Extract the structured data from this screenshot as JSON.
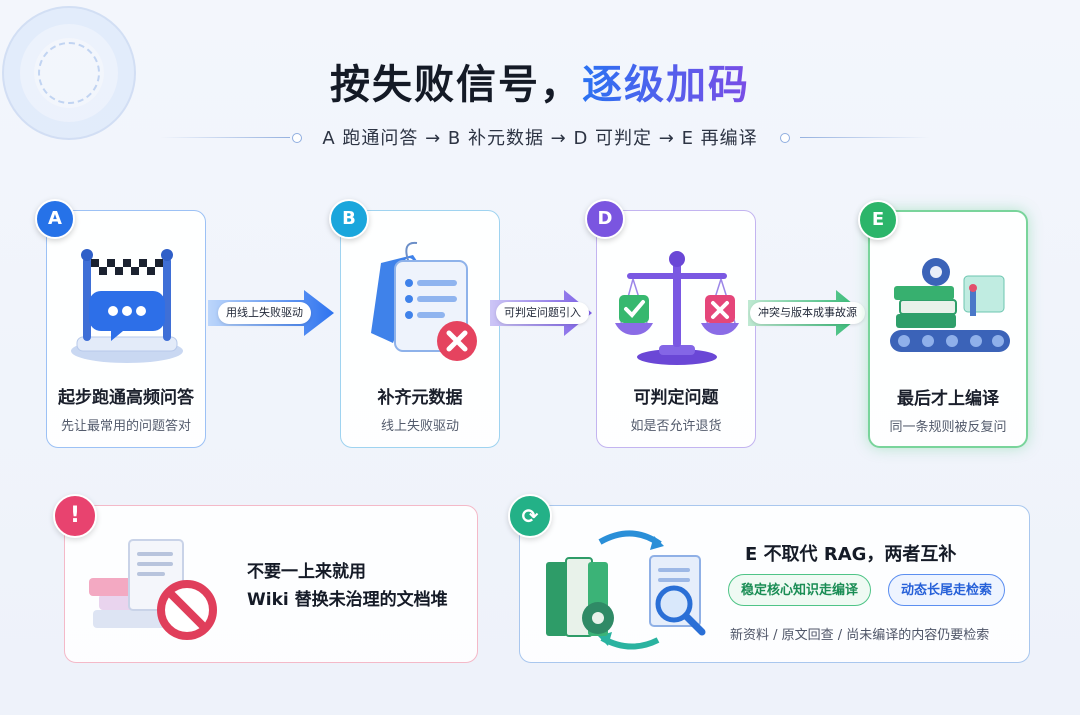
{
  "header": {
    "title_main": "按失败信号，",
    "title_accent": "逐级加码",
    "subtitle": "A 跑通问答 → B 补元数据 → D 可判定 → E 再编译"
  },
  "steps": [
    {
      "badge": "A",
      "title": "起步跑通高频问答",
      "desc": "先让最常用的问题答对",
      "icon": "finish-line-chat-icon"
    },
    {
      "badge": "B",
      "title": "补齐元数据",
      "desc": "线上失败驱动",
      "icon": "tagged-document-error-icon"
    },
    {
      "badge": "D",
      "title": "可判定问题",
      "desc": "如是否允许退货",
      "icon": "balance-scale-icon"
    },
    {
      "badge": "E",
      "title": "最后才上编译",
      "desc": "同一条规则被反复问",
      "icon": "books-conveyor-gear-icon"
    }
  ],
  "arrows": [
    {
      "label": "用线上失败驱动",
      "color_from": "#bcd6fb",
      "color_to": "#2e73ef"
    },
    {
      "label": "可判定问题引入",
      "color_from": "#cdc6f6",
      "color_to": "#7b5de6"
    },
    {
      "label": "冲突与版本成事故源",
      "color_from": "#bfe9d2",
      "color_to": "#2fb872"
    }
  ],
  "warning_panel": {
    "icon_glyph": "!",
    "line1": "不要一上来就用",
    "line2": "Wiki 替换未治理的文档堆",
    "icon": "document-pile-prohibited-icon"
  },
  "rag_panel": {
    "icon_glyph": "⟳",
    "title": "E 不取代 RAG，两者互补",
    "pill_green": "稳定核心知识走编译",
    "pill_blue": "动态长尾走检索",
    "note": "新资料 / 原文回查 / 尚未编译的内容仍要检索",
    "icon": "books-gear-search-cycle-icon"
  },
  "colors": {
    "step_a": "#2672e8",
    "step_b": "#1aa6dc",
    "step_d": "#7a55e0",
    "step_e": "#2cb56a",
    "warning": "#e8436f",
    "rag": "#23b187"
  }
}
